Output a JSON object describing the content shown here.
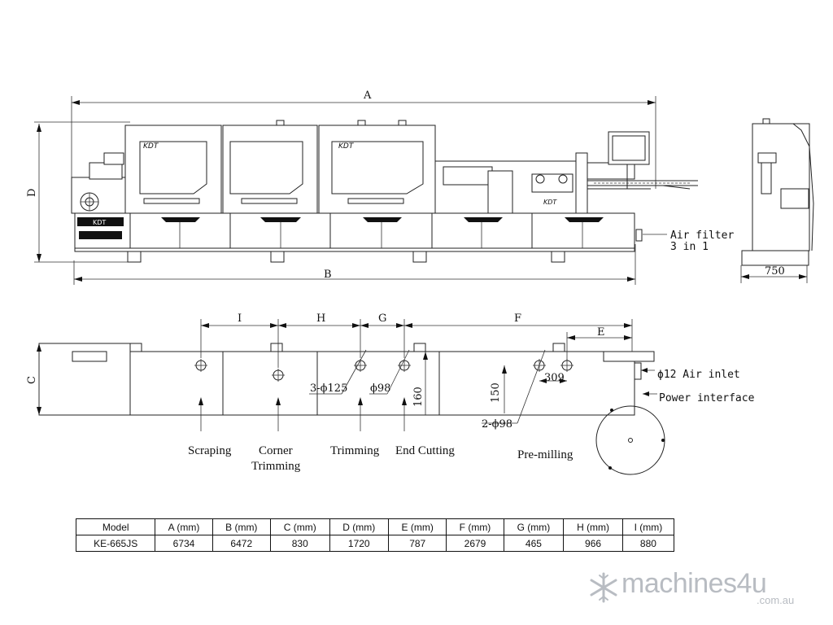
{
  "dimensions": {
    "a": "A",
    "b": "B",
    "c": "C",
    "d": "D",
    "e": "E",
    "f": "F",
    "g": "G",
    "h": "H",
    "i": "I",
    "depth": "750",
    "dia125": "3-ϕ125",
    "dia98": "ϕ98",
    "dia98x2": "2-ϕ98",
    "dim160": "160",
    "dim150": "150",
    "dim309": "309"
  },
  "notes": {
    "air_filter_line1": "Air filter",
    "air_filter_line2": "3 in 1",
    "air_inlet": "ϕ12 Air inlet",
    "power": "Power interface"
  },
  "stations": {
    "scraping": "Scraping",
    "corner_line1": "Corner",
    "corner_line2": "Trimming",
    "trimming": "Trimming",
    "end_cutting": "End Cutting",
    "premilling": "Pre-milling"
  },
  "machine_labels": {
    "brand": "KDT"
  },
  "spec_table": {
    "headers": [
      "Model",
      "A (mm)",
      "B (mm)",
      "C (mm)",
      "D (mm)",
      "E (mm)",
      "F (mm)",
      "G (mm)",
      "H (mm)",
      "I (mm)"
    ],
    "rows": [
      [
        "KE-665JS",
        "6734",
        "6472",
        "830",
        "1720",
        "787",
        "2679",
        "465",
        "966",
        "880"
      ]
    ]
  },
  "watermark": {
    "brand": "machines4u",
    "tld": ".com.au"
  }
}
